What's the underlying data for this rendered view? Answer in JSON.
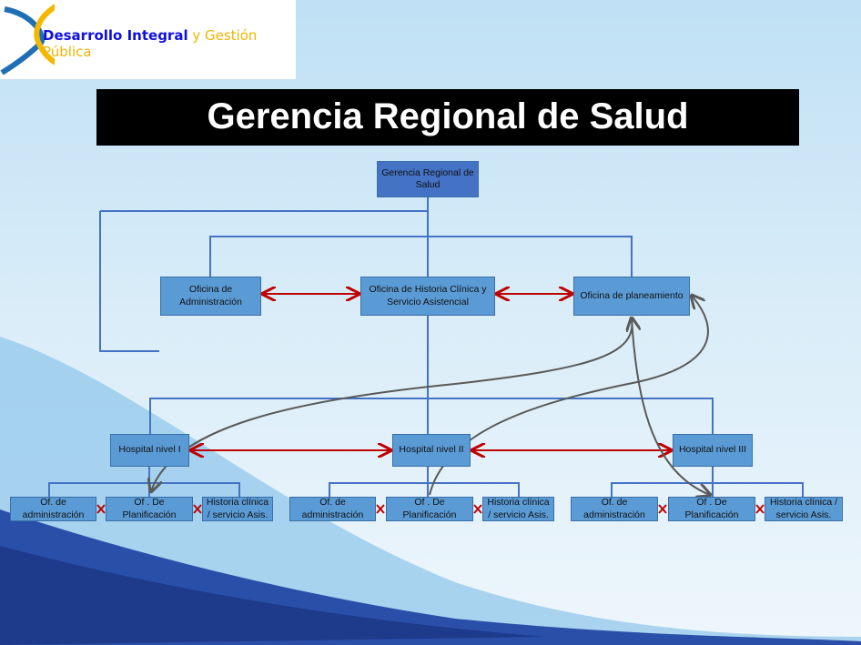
{
  "logo": {
    "text1": "Desarrollo Integral",
    "text2": " y Gestión Pública"
  },
  "title": "Gerencia Regional de Salud",
  "top": "Gerencia Regional de Salud",
  "offices": [
    "Oficina de Administración",
    "Oficina de Historia Clínica y Servicio Asistencial",
    "Oficina de planeamiento"
  ],
  "hospitals": [
    "Hospital nivel I",
    "Hospital nivel II",
    "Hospital nivel III"
  ],
  "sub": {
    "admin": "Of. de administración",
    "plan": "Of . De Planificación",
    "hist": "Historia clínica / servicio Asis."
  },
  "colors": {
    "box": "#5b9bd5",
    "top": "#4472c4",
    "line": "#4472c4",
    "red": "#c00000",
    "gray": "#595959"
  }
}
